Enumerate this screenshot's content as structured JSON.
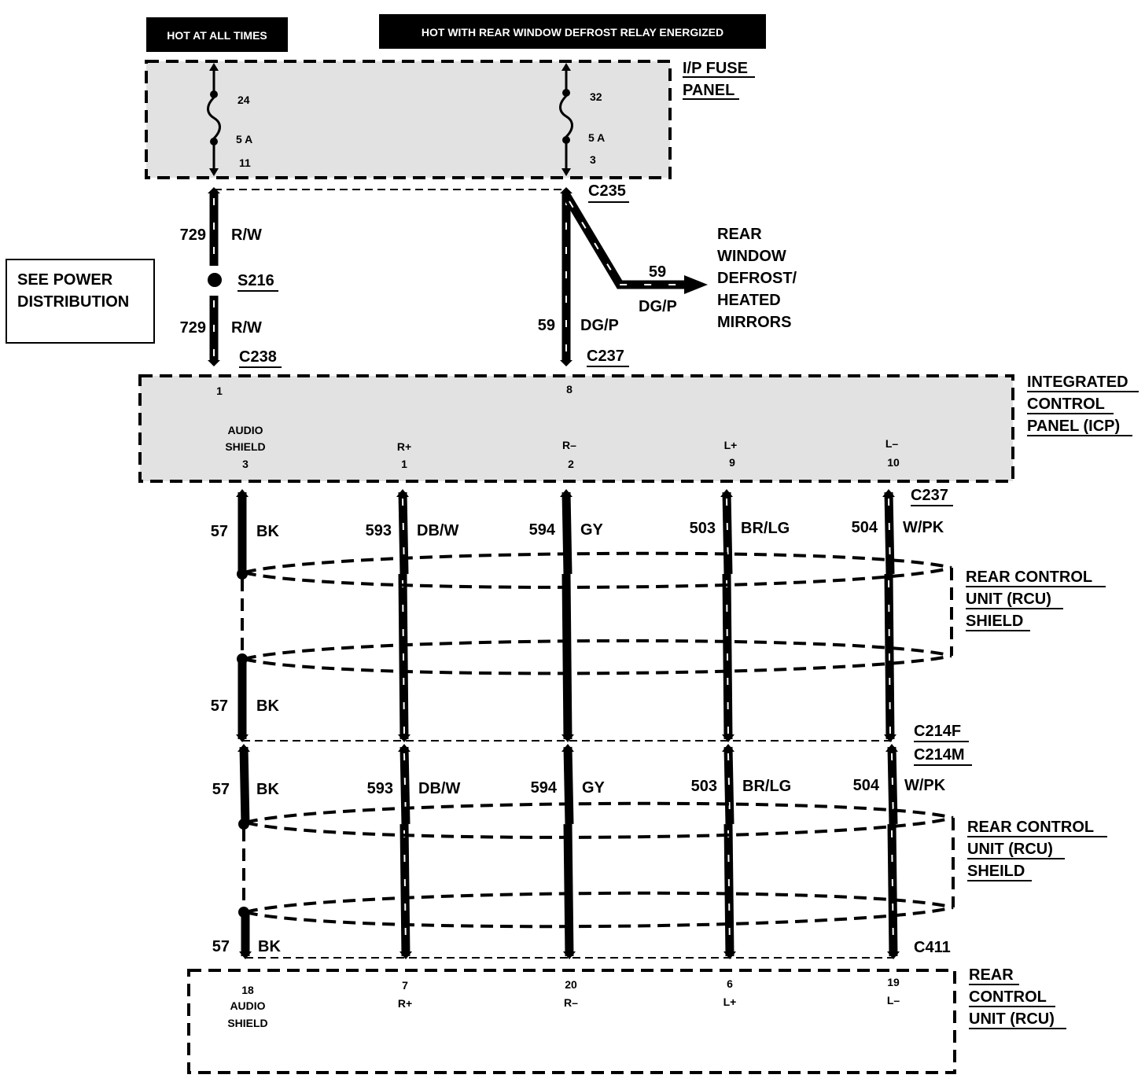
{
  "headers": {
    "hot_at_all_times": "HOT AT ALL TIMES",
    "hot_with_defrost": "HOT WITH REAR WINDOW  DEFROST RELAY ENERGIZED"
  },
  "fuse_panel": {
    "label_line1": "I/P FUSE",
    "label_line2": "PANEL",
    "fuse_a": {
      "number": "24",
      "rating": "5 A",
      "pin": "11"
    },
    "fuse_b": {
      "number": "32",
      "rating": "5 A",
      "pin": "3"
    }
  },
  "power_note": {
    "line1": "SEE POWER",
    "line2": "DISTRIBUTION"
  },
  "connectors": {
    "c235": "C235",
    "c238": "C238",
    "c237_upper": "C237",
    "c237_lower": "C237",
    "c214f": "C214F",
    "c214m": "C214M",
    "c411": "C411",
    "s216": "S216"
  },
  "upper_wires": {
    "w729_top": {
      "circuit": "729",
      "color": "R/W"
    },
    "w729_bottom": {
      "circuit": "729",
      "color": "R/W"
    },
    "w59_main": {
      "circuit": "59",
      "color": "DG/P"
    },
    "w59_branch": {
      "circuit": "59",
      "color": "DG/P"
    }
  },
  "defrost_dest": {
    "line1": "REAR",
    "line2": "WINDOW",
    "line3": "DEFROST/",
    "line4": "HEATED",
    "line5": "MIRRORS"
  },
  "icp": {
    "label_line1": "INTEGRATED",
    "label_line2": "CONTROL",
    "label_line3": "PANEL (ICP)",
    "pin_power": "1",
    "pin_defrost": "8",
    "pins": [
      {
        "name_line1": "AUDIO",
        "name_line2": "SHIELD",
        "pin": "3"
      },
      {
        "name_line1": "",
        "name_line2": "R+",
        "pin": "1"
      },
      {
        "name_line1": "",
        "name_line2": "R–",
        "pin": "2"
      },
      {
        "name_line1": "",
        "name_line2": "L+",
        "pin": "9"
      },
      {
        "name_line1": "",
        "name_line2": "L–",
        "pin": "10"
      }
    ]
  },
  "upper_bundle": {
    "wires": [
      {
        "circuit": "57",
        "color": "BK"
      },
      {
        "circuit": "593",
        "color": "DB/W"
      },
      {
        "circuit": "594",
        "color": "GY"
      },
      {
        "circuit": "503",
        "color": "BR/LG"
      },
      {
        "circuit": "504",
        "color": "W/PK"
      }
    ],
    "ground_lower": {
      "circuit": "57",
      "color": "BK"
    },
    "shield_line1": "REAR CONTROL",
    "shield_line2": "UNIT (RCU)",
    "shield_line3": "SHIELD"
  },
  "lower_bundle": {
    "wires": [
      {
        "circuit": "57",
        "color": "BK"
      },
      {
        "circuit": "593",
        "color": "DB/W"
      },
      {
        "circuit": "594",
        "color": "GY"
      },
      {
        "circuit": "503",
        "color": "BR/LG"
      },
      {
        "circuit": "504",
        "color": "W/PK"
      }
    ],
    "ground_lower": {
      "circuit": "57",
      "color": "BK"
    },
    "shield_line1": "REAR CONTROL",
    "shield_line2": "UNIT (RCU)",
    "shield_line3": "SHEILD"
  },
  "rcu": {
    "label_line1": "REAR",
    "label_line2": "CONTROL",
    "label_line3": "UNIT (RCU)",
    "pins": [
      {
        "pin": "18",
        "name_line1": "AUDIO",
        "name_line2": "SHIELD"
      },
      {
        "pin": "7",
        "name_line1": "R+",
        "name_line2": ""
      },
      {
        "pin": "20",
        "name_line1": "R–",
        "name_line2": ""
      },
      {
        "pin": "6",
        "name_line1": "L+",
        "name_line2": ""
      },
      {
        "pin": "19",
        "name_line1": "L–",
        "name_line2": ""
      }
    ]
  }
}
